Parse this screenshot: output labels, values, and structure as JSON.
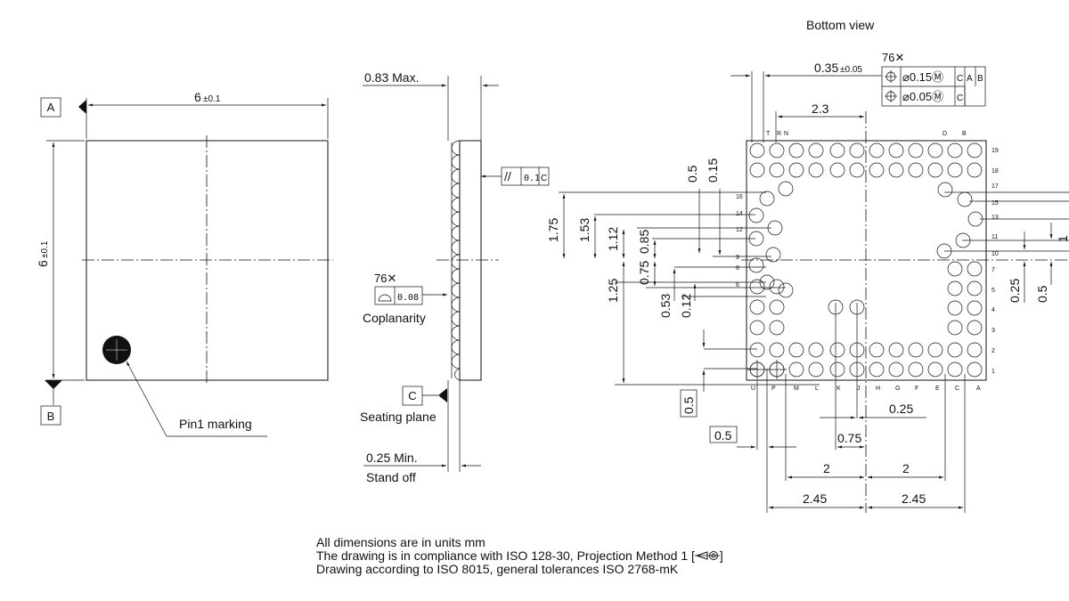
{
  "views": {
    "bottom_view_title": "Bottom view"
  },
  "top_view": {
    "datum_a": "A",
    "datum_b": "B",
    "width_dim": "6",
    "width_tol": "±0.1",
    "height_dim": "6",
    "height_tol": "±0.1",
    "pin1_label": "Pin1 marking"
  },
  "side_view": {
    "max_height": "0.83 Max.",
    "parallelism_symbol": "//",
    "parallelism_value": "0.1",
    "parallelism_datum": "C",
    "count_76": "76✕",
    "coplanarity_value": "0.08",
    "coplanarity_label": "Coplanarity",
    "datum_c": "C",
    "seating_plane": "Seating plane",
    "standoff_min": "0.25 Min.",
    "standoff_label": "Stand off"
  },
  "bottom_view": {
    "count_76": "76✕",
    "fcf1_value": "⌀0.15Ⓜ",
    "fcf1_d1": "C",
    "fcf1_d2": "A",
    "fcf1_d3": "B",
    "fcf2_value": "⌀0.05Ⓜ",
    "fcf2_d1": "C",
    "ball_dim": "0.35",
    "ball_tol": "±0.05",
    "dims": {
      "d2_3": "2.3",
      "d0_5a": "0.5",
      "d0_15": "0.15",
      "d1_75": "1.75",
      "d1_53": "1.53",
      "d1_12": "1.12",
      "d0_85": "0.85",
      "d0_75a": "0.75",
      "d1_25": "1.25",
      "d0_53": "0.53",
      "d0_12": "0.12",
      "d0_5box1": "0.5",
      "d0_5box2": "0.5",
      "d0_25a": "0.25",
      "d0_75b": "0.75",
      "d2a": "2",
      "d2b": "2",
      "d2_45a": "2.45",
      "d2_45b": "2.45",
      "d0_25b": "0.25",
      "d0_5b": "0.5",
      "d1": "1"
    },
    "col_letters": [
      "U",
      "P",
      "M",
      "L",
      "K",
      "J",
      "H",
      "G",
      "F",
      "E",
      "C",
      "A"
    ],
    "top_letters": [
      "T",
      "R",
      "N",
      "D",
      "B"
    ],
    "row_numbers": [
      "19",
      "18",
      "17",
      "15",
      "13",
      "11",
      "10",
      "7",
      "5",
      "4",
      "3",
      "2",
      "1"
    ],
    "inner_row_numbers": [
      "16",
      "14",
      "12",
      "9",
      "8",
      "6"
    ]
  },
  "notes": [
    "All dimensions are in units mm",
    "The drawing is in compliance with ISO 128-30, Projection Method 1 [",
    "Drawing according to ISO 8015, general tolerances ISO 2768-mK"
  ],
  "notes_end": "]"
}
